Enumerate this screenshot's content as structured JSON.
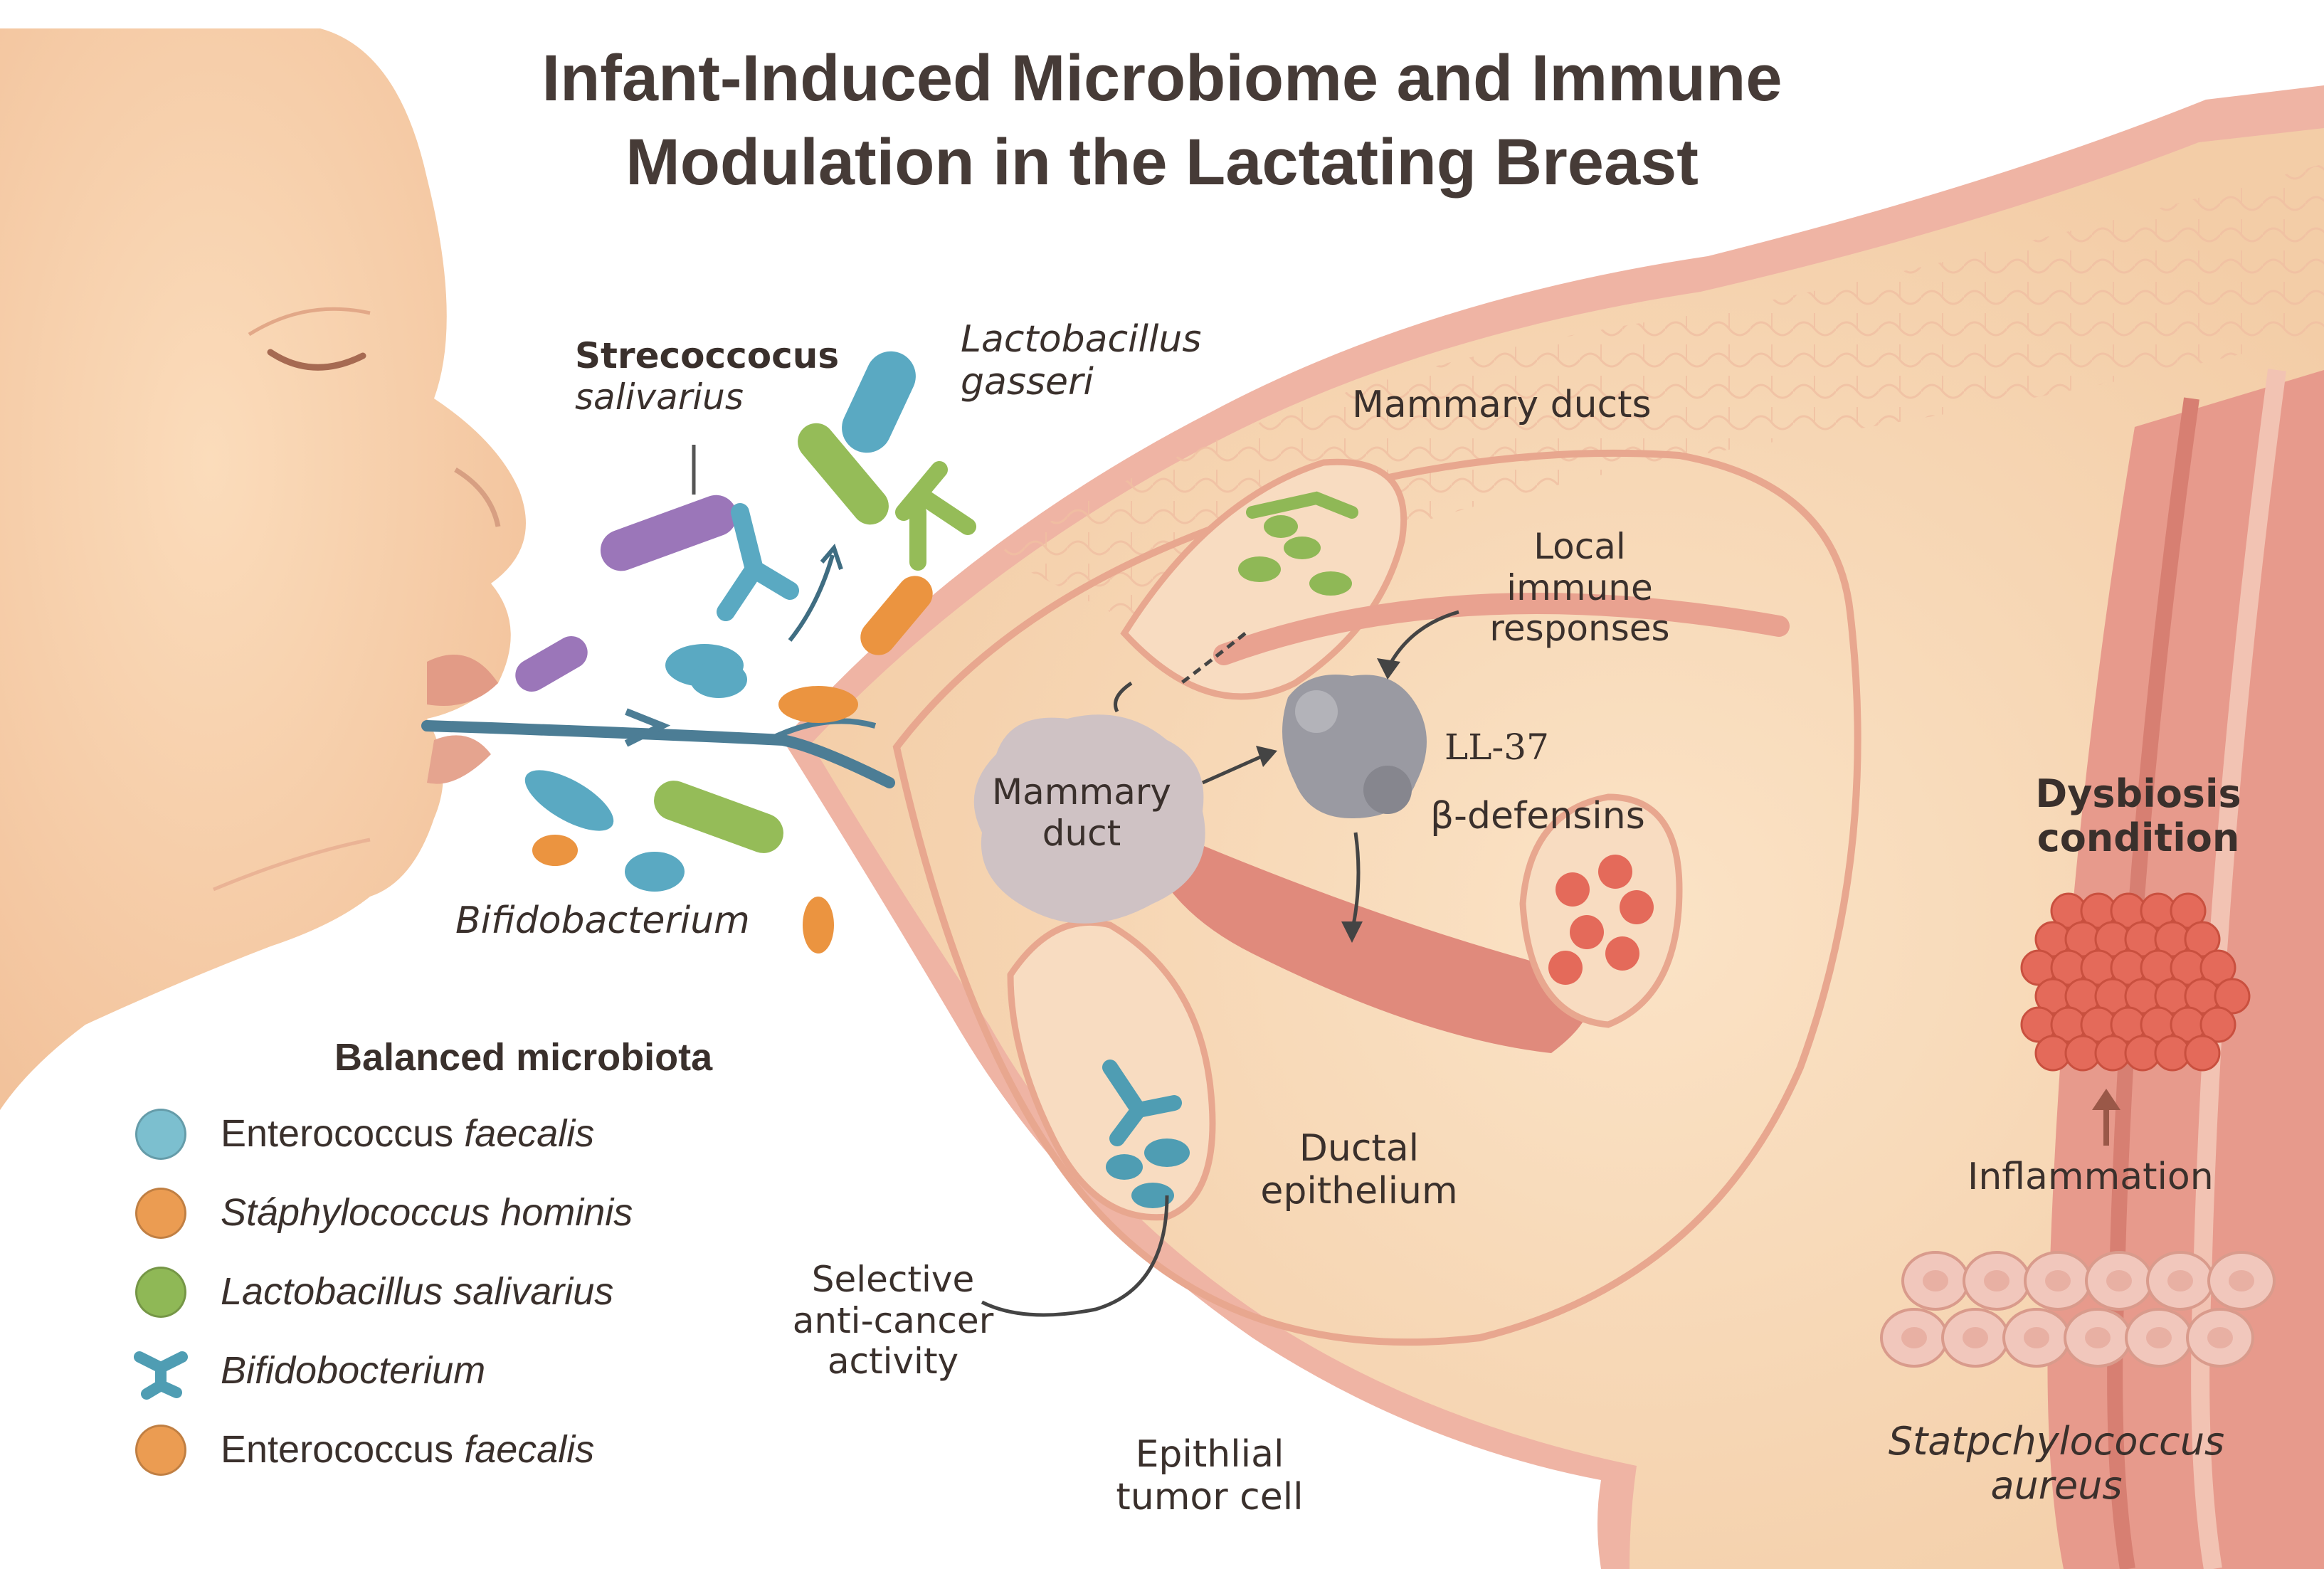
{
  "title": {
    "line1": "Infant-Induced Microbiome and Immune",
    "line2": "Modulation in the Lactating Breast"
  },
  "bacteria_labels": {
    "strep_line1": "Strecoccocus",
    "strep_line2": "salivarius",
    "lacto_line1": "Lactobacillus",
    "lacto_line2": "gasseri",
    "bifido": "Bifidobacterium"
  },
  "breast_labels": {
    "mammary_ducts": "Mammary ducts",
    "local_line1": "Local",
    "local_line2": "immune",
    "local_line3": "responses",
    "mammary_duct_line1": "Mammary",
    "mammary_duct_line2": "duct",
    "ll37": "LL-37",
    "defensins": "β-defensins",
    "ductal_line1": "Ductal",
    "ductal_line2": "epithelium",
    "selective_line1": "Selective",
    "selective_line2": "anti-cancer",
    "selective_line3": "activity",
    "tumor_line1": "Epithlial",
    "tumor_line2": "tumor cell"
  },
  "dysbiosis": {
    "title_line1": "Dysbiosis",
    "title_line2": "condition",
    "inflammation": "Inflammation",
    "aureus_line1": "Statpchylococcus",
    "aureus_line2": "aureus"
  },
  "legend": {
    "title": "Balanced microbiota",
    "items": [
      {
        "genus": "Enterococcus",
        "species": "faecalis",
        "genus_italic": false,
        "color": "#7cbfcf",
        "icon": "coccus-circle"
      },
      {
        "genus": "Stáphylococcus",
        "species": "hominis",
        "genus_italic": true,
        "color": "#eb9c52",
        "icon": "coccus-circle"
      },
      {
        "genus": "Lactobacillus",
        "species": "salivarius",
        "genus_italic": true,
        "color": "#8fb856",
        "icon": "coccus-circle"
      },
      {
        "genus": "Bifidobocterium",
        "species": "",
        "genus_italic": true,
        "color": "#4f9db3",
        "icon": "bifid-branch-icon"
      },
      {
        "genus": "Enterococcus",
        "species": "faecalis",
        "genus_italic": false,
        "color": "#eb9c52",
        "icon": "coccus-circle"
      }
    ]
  },
  "colors": {
    "skin": "#f8d3ad",
    "breast_tissue": "#f7d9b6",
    "duct_wall": "#e9a99a",
    "duct_red": "#e07d72",
    "purple_bacteria": "#9b76b9",
    "teal_bacteria": "#5aa9c2",
    "green_bacteria": "#95bc58",
    "orange_bacteria": "#eb9440",
    "peptide_gray": "#9a9aa2",
    "duct_cloud": "#cfc2c4",
    "inflamed_cells": "#e46a5a",
    "staph_cells": "#f1c7bc"
  }
}
